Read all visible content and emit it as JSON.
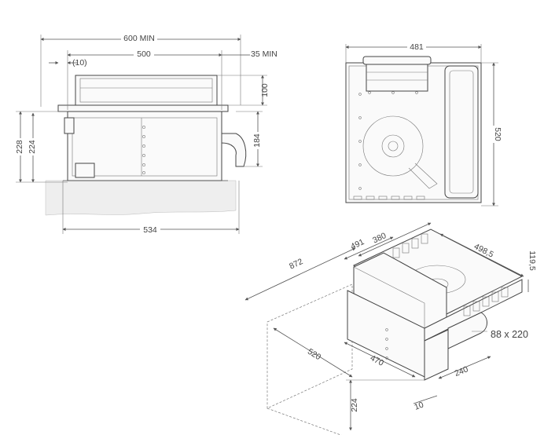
{
  "front_view": {
    "dim_600_min": "600 MIN",
    "dim_500": "500",
    "dim_10": "(10)",
    "dim_35_min": "35 MIN",
    "dim_100": "100",
    "dim_184": "184",
    "dim_228": "228",
    "dim_224": "224",
    "dim_534": "534"
  },
  "back_view": {
    "dim_481": "481",
    "dim_520": "520"
  },
  "iso_view": {
    "dim_872": "872",
    "dim_491": "491",
    "dim_380": "380",
    "dim_498_5": "498,5",
    "dim_119_5": "119,5",
    "dim_duct": "88 x 220",
    "dim_520": "520",
    "dim_470": "470",
    "dim_240": "240",
    "dim_224": "224",
    "dim_10": "10"
  }
}
